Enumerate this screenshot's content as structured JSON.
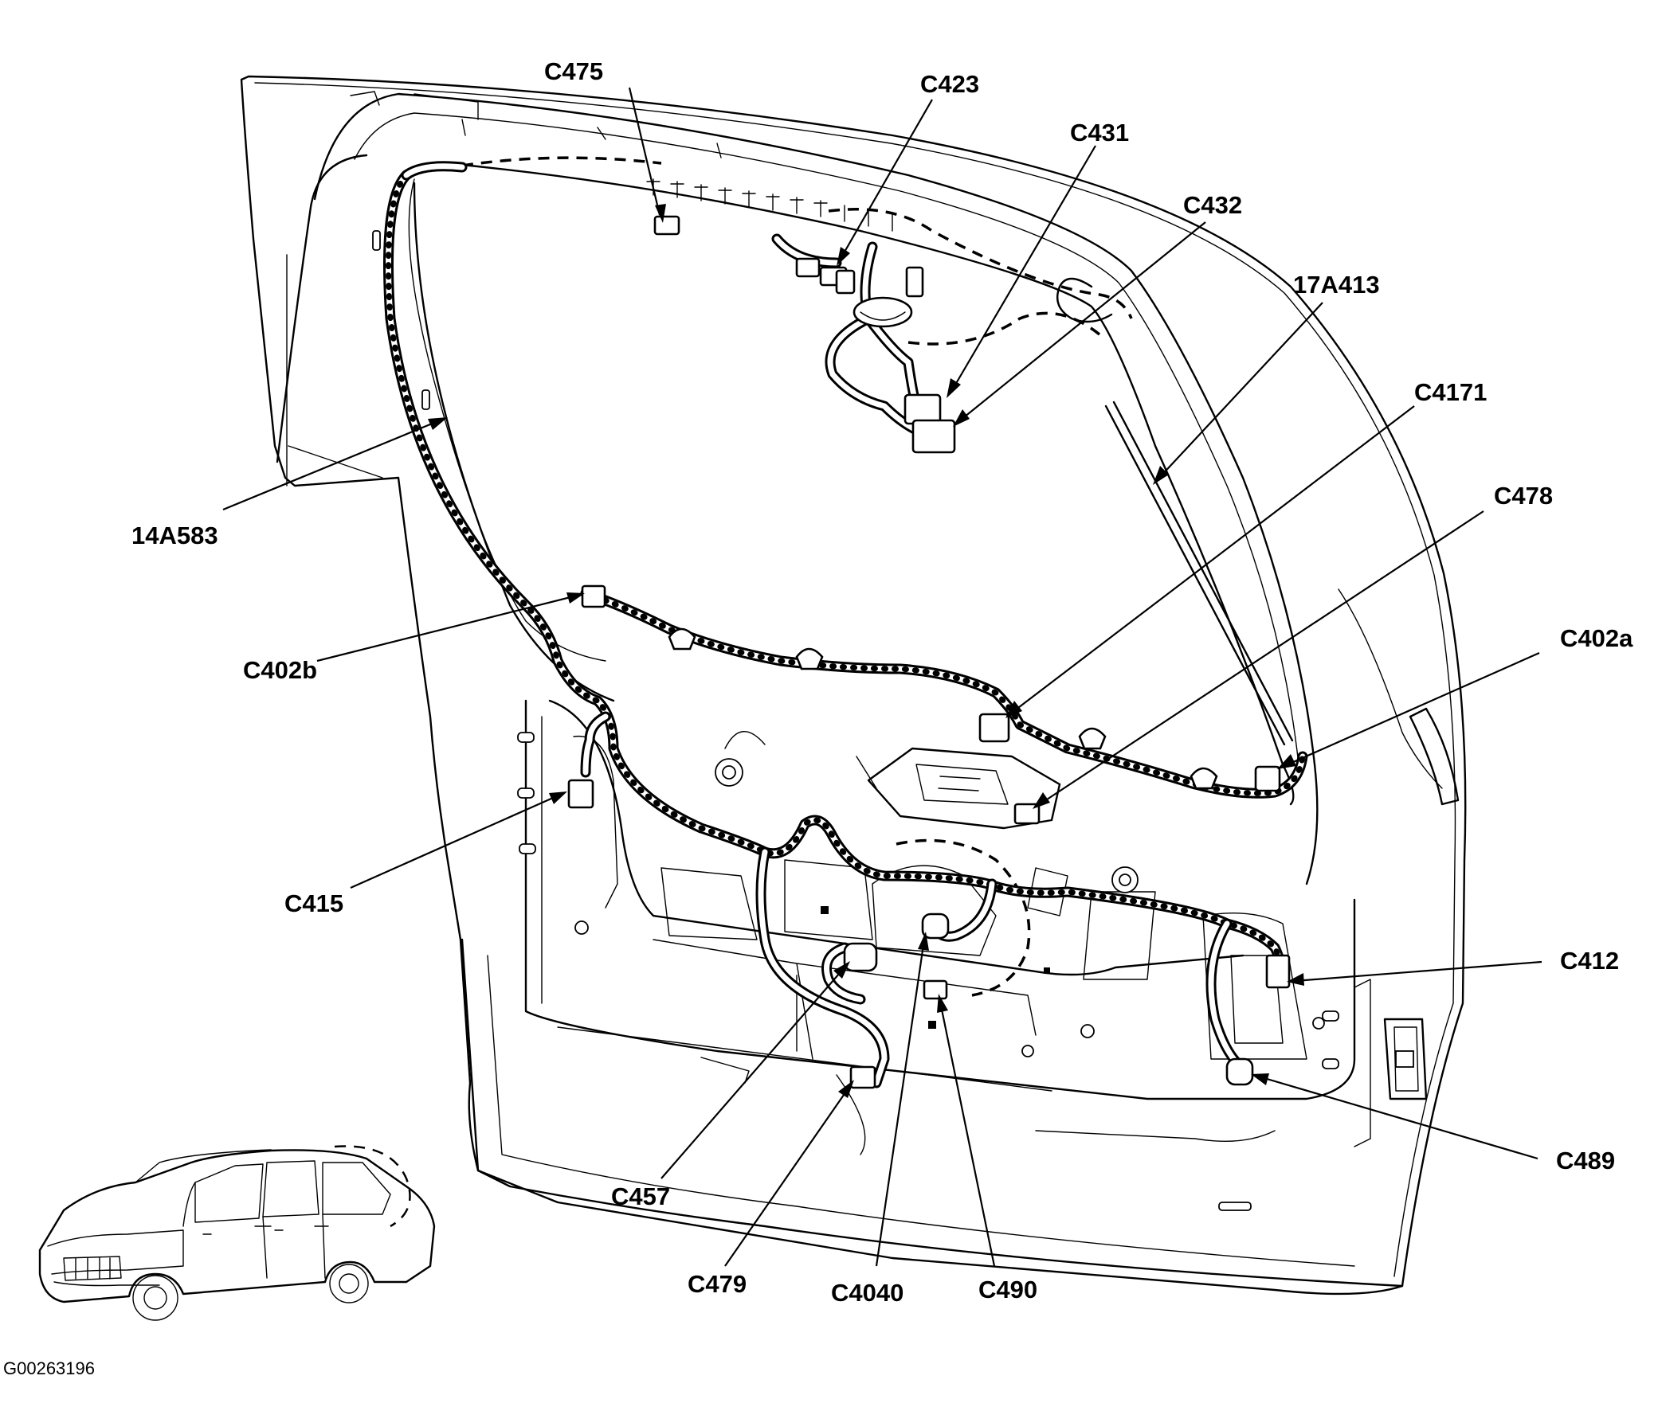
{
  "figure": {
    "figure_id": "G00263196"
  },
  "callouts": {
    "c475": "C475",
    "c423": "C423",
    "c431": "C431",
    "c432": "C432",
    "p17a413": "17A413",
    "c4171": "C4171",
    "c478": "C478",
    "c402a": "C402a",
    "p14a583": "14A583",
    "c402b": "C402b",
    "c415": "C415",
    "c412": "C412",
    "c489": "C489",
    "c457": "C457",
    "c479": "C479",
    "c4040": "C4040",
    "c490": "C490"
  }
}
